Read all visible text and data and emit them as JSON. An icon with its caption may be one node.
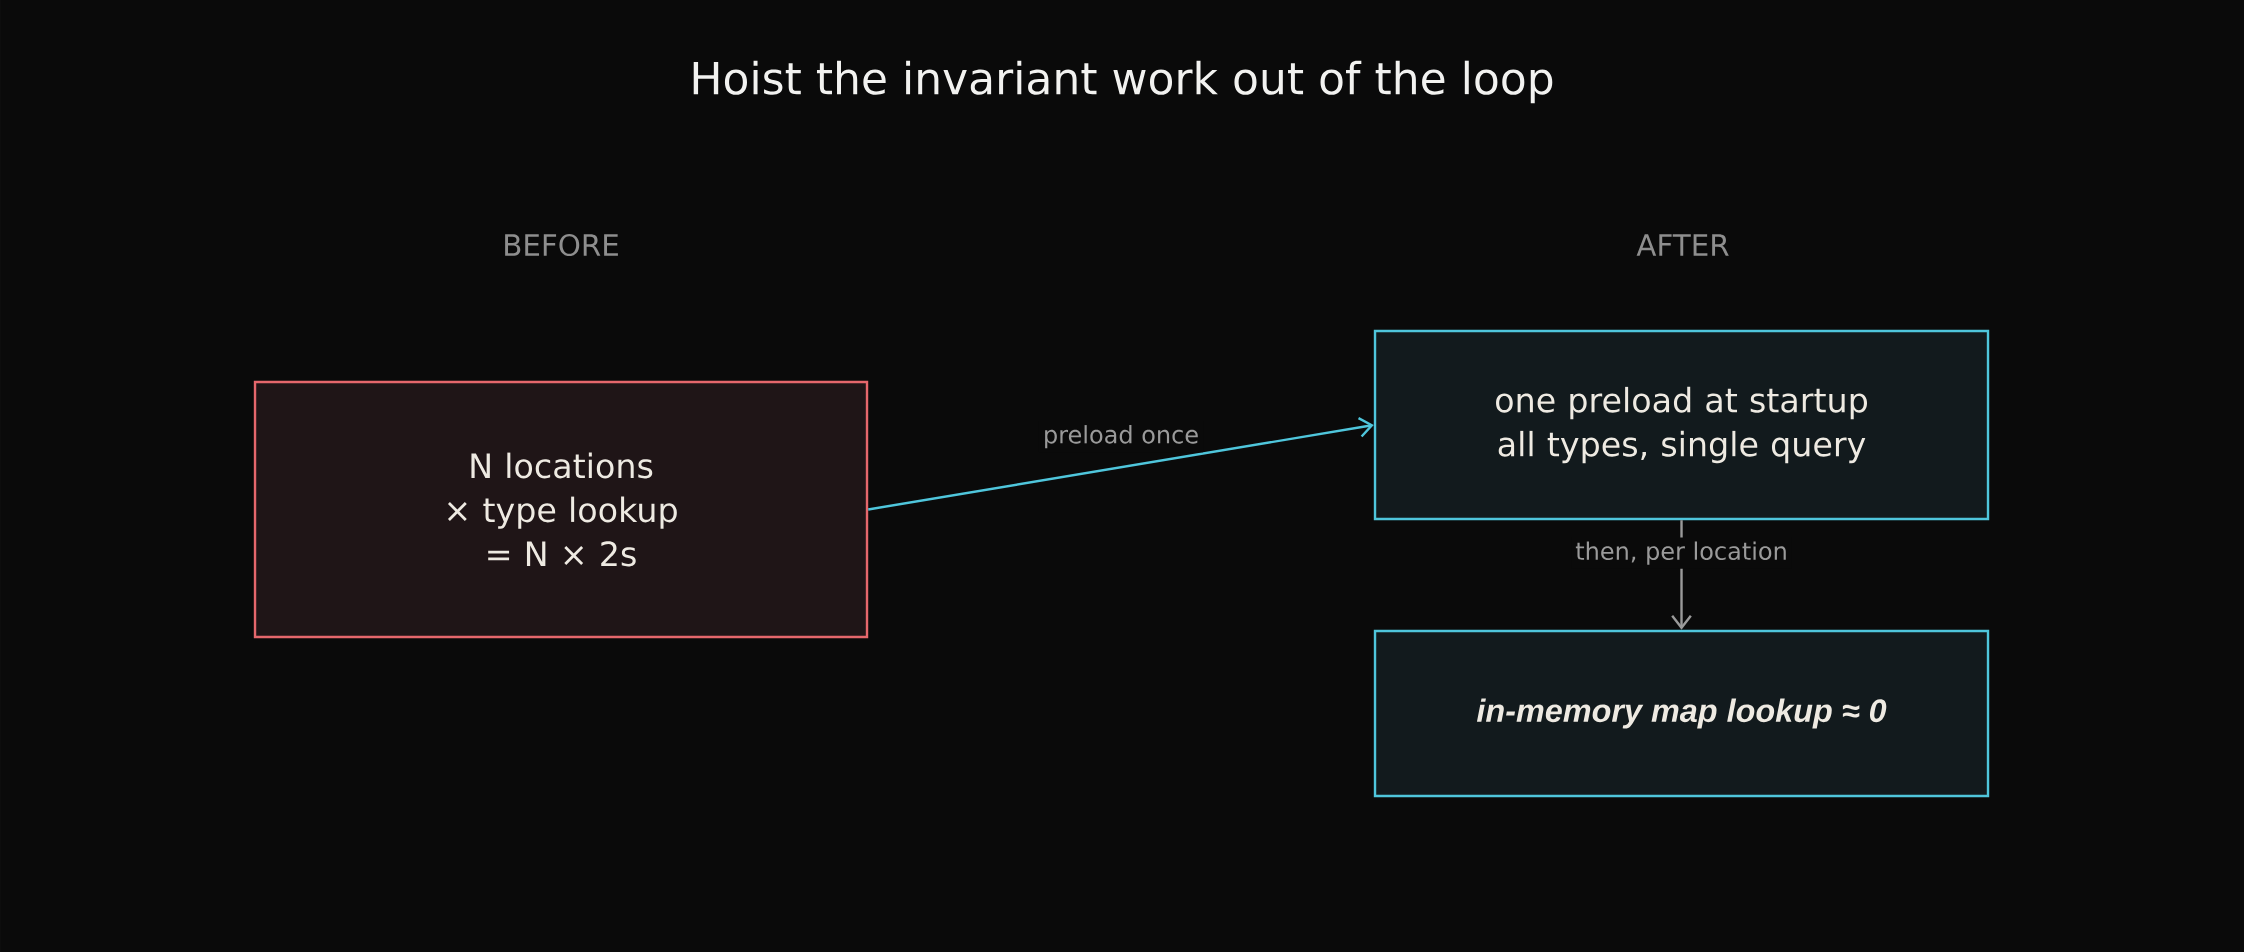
{
  "diagram": {
    "title": "Hoist the invariant work out of the loop",
    "nodes": [
      {
        "text": [
          "N locations × type lookup = N × 2s"
        ]
      },
      {
        "text": [
          "one preload at startup all types, single query"
        ]
      },
      {
        "text": [
          "in-memory map lookup ≈ 0"
        ]
      }
    ],
    "edges": [
      {
        "from": 0,
        "to": 1,
        "arrow": "to",
        "label": "preload once",
        "color": "#4fc6dc"
      },
      {
        "from": 1,
        "to": 2,
        "arrow": "to",
        "label": "then, per location",
        "color": "#9a9a9a"
      }
    ],
    "labels": [
      "BEFORE",
      "AFTER"
    ]
  }
}
